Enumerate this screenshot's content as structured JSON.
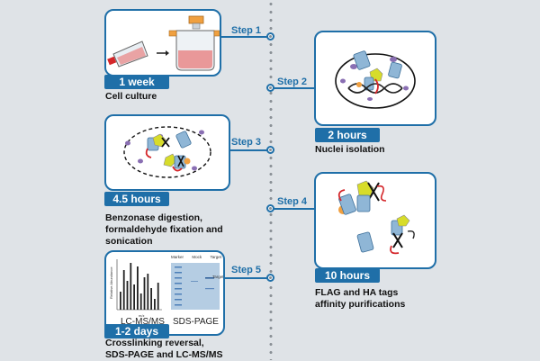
{
  "steps": [
    {
      "label": "Step 1",
      "time": "1 week",
      "caption": "Cell culture"
    },
    {
      "label": "Step 2",
      "time": "2 hours",
      "caption": "Nuclei isolation"
    },
    {
      "label": "Step 3",
      "time": "4.5 hours",
      "caption": "Benzonase digestion,\nformaldehyde fixation and\nsonication"
    },
    {
      "label": "Step 4",
      "time": "10 hours",
      "caption": "FLAG and HA tags\naffinity purifications"
    },
    {
      "label": "Step 5",
      "time": "1-2 days",
      "caption": "Crosslinking reversal,\nSDS-PAGE and LC-MS/MS"
    }
  ],
  "step5_panels": {
    "left_label": "LC-MS/MS",
    "right_label": "SDS-PAGE",
    "gel_lanes": [
      "Marker",
      "Mock",
      "Target"
    ],
    "gel_band_label": "Target",
    "ylabel": "Relative Abundance",
    "xlabel": "m/z"
  },
  "colors": {
    "accent": "#1f6fa8",
    "background": "#dfe3e7",
    "protein": "#8fb6d6",
    "yellow": "#d7dc2a",
    "orange": "#f0a040",
    "red": "#d4262a",
    "purple": "#8a6fb3"
  }
}
